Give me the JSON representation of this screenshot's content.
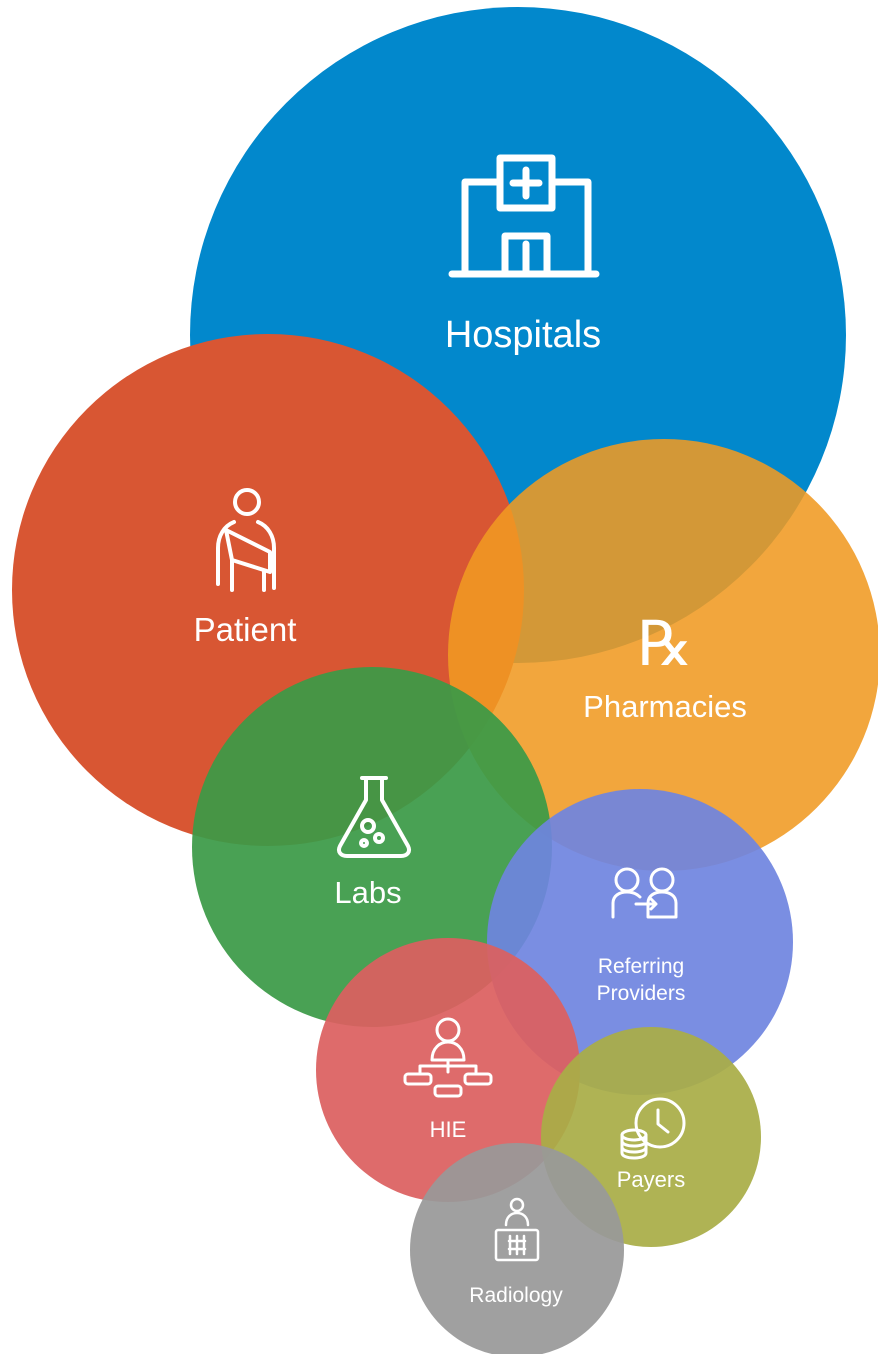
{
  "diagram": {
    "nodes": [
      {
        "id": "hospitals",
        "label": "Hospitals",
        "icon": "hospital-icon",
        "color": "#0288cc"
      },
      {
        "id": "patient",
        "label": "Patient",
        "icon": "patient-arm-sling-icon",
        "color": "#d85633"
      },
      {
        "id": "pharmacies",
        "label": "Pharmacies",
        "icon": "rx-icon",
        "icon_text": "℞",
        "color": "#f09a22"
      },
      {
        "id": "labs",
        "label": "Labs",
        "icon": "lab-flask-icon",
        "color": "#3b9a47"
      },
      {
        "id": "referring",
        "label_line1": "Referring",
        "label_line2": "Providers",
        "icon": "referral-users-icon",
        "color": "#6f84e0"
      },
      {
        "id": "hie",
        "label": "HIE",
        "icon": "network-user-icon",
        "color": "#dc6060"
      },
      {
        "id": "payers",
        "label": "Payers",
        "icon": "clock-coins-icon",
        "color": "#a9ad47"
      },
      {
        "id": "radiology",
        "label": "Radiology",
        "icon": "xray-viewer-icon",
        "color": "#999999"
      }
    ]
  }
}
